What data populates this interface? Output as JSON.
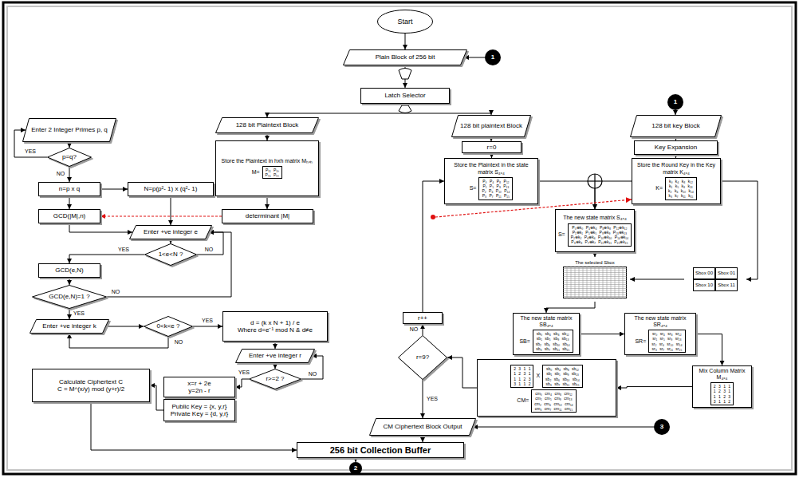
{
  "diagram": {
    "nodes": [
      {
        "text": [
          "Start"
        ]
      },
      {
        "text": [
          "Plain Block of 256 bit"
        ]
      },
      {
        "text": [
          "1"
        ]
      },
      {
        "text": [
          "Latch Selector"
        ]
      },
      {
        "text": [
          "128 bit Plaintext Block"
        ]
      },
      {
        "text": [
          "128 bit plaintext Block"
        ]
      },
      {
        "text": [
          "1"
        ]
      },
      {
        "text": [
          "128 bit key Block"
        ]
      },
      {
        "text": [
          "Enter 2 Integer Primes p, q"
        ]
      },
      {
        "text": [
          "Store the Plaintext in hxh matrix Mₕₓₕ",
          "M=",
          "P₁₁ P₁ₕ",
          "Pₕ₁ Pₕₕ"
        ]
      },
      {
        "text": [
          "r=0"
        ]
      },
      {
        "text": [
          "Key Expansion"
        ]
      },
      {
        "text": [
          "p=q?"
        ]
      },
      {
        "text": [
          "n=p x q"
        ]
      },
      {
        "text": [
          "N=p(p²- 1) x (q²- 1)"
        ]
      },
      {
        "text": [
          "Store the Plaintext in the state matrix S₄ₓ₄",
          "S=",
          "P₀ P₄ P₈ P₁₂",
          "P₁ P₅ P₉ P₁₃",
          "P₂ P₆ P₁₀ P₁₄",
          "P₃ P₇ P₁₁ P₁₅"
        ]
      },
      {
        "text": [
          "Store the Round Key in the Key matrix K₄ₓ₄",
          "K=",
          "k₀ k₄ k₈ k₁₂",
          "k₁ k₅ k₉ k₁₃",
          "k₂ k₆ k₁₀ k₁₄",
          "k₃ k₇ k₁₁ k₁₅"
        ]
      },
      {
        "text": [
          "determinant |M|"
        ]
      },
      {
        "text": [
          "GCD(|M|,n)"
        ]
      },
      {
        "text": [
          "Enter +ve integer e"
        ]
      },
      {
        "text": [
          "The new state matrix S₄ₓ₄",
          "S=",
          "P₀⊕k₀ P₄⊕k₄ P₈⊕k₈ P₁₂⊕k₁₂",
          "P₁⊕k₁ P₅⊕k₅ P₉⊕k₉ P₁₃⊕k₁₃",
          "P₂⊕k₂ P₆⊕k₆ P₁₀⊕k₁₀ P₁₄⊕k₁₄",
          "P₃⊕k₃ P₇⊕k₇ P₁₁⊕k₁₁ P₁₅⊕k₁₅"
        ]
      },
      {
        "text": [
          "1<e<N ?"
        ]
      },
      {
        "text": [
          "The selected Sbox"
        ]
      },
      {
        "text": [
          "Sbox 00",
          "Sbox 01",
          "Sbox 10",
          "Sbox 11"
        ]
      },
      {
        "text": [
          "GCD(e,N)"
        ]
      },
      {
        "text": [
          "GCD(e,N)=1 ?"
        ]
      },
      {
        "text": [
          "Enter +ve integer k"
        ]
      },
      {
        "text": [
          "0<k<e ?"
        ]
      },
      {
        "text": [
          "d = (k x N + 1) / e",
          "Where d=e⁻¹ mod N & d≠e"
        ]
      },
      {
        "text": [
          "r++"
        ]
      },
      {
        "text": [
          "The new state matrix SB₄ₓ₄",
          "SB=",
          "sb₀ sb₄ sb₈ sb₁₂",
          "sb₁ sb₅ sb₉ sb₁₃",
          "sb₂ sb₆ sb₁₀ sb₁₄",
          "sb₃ sb₇ sb₁₁ sb₁₅"
        ]
      },
      {
        "text": [
          "The new state matrix SR₄ₓ₄",
          "SR=",
          "sr₀ sr₄ sr₈ sr₁₂",
          "sr₁ sr₅ sr₉ sr₁₃",
          "sr₂ sr₆ sr₁₀ sr₁₄",
          "sr₃ sr₇ sr₁₁ sr₁₅"
        ]
      },
      {
        "text": [
          "Enter +ve integer r"
        ]
      },
      {
        "text": [
          "Calculate Ciphertext C",
          "C = M^(x/y) mod (y+r)/2"
        ]
      },
      {
        "text": [
          "r>=2 ?"
        ]
      },
      {
        "text": [
          "x=r + 2e",
          "y=2n - r"
        ]
      },
      {
        "text": [
          "Public Key = {x, y,r}",
          "Private Key = {d, y,r}"
        ]
      },
      {
        "text": [
          "r=9?"
        ]
      },
      {
        "text": [
          "2 3 1 1",
          "1 2 3 1",
          "1 1 2 3",
          "3 1 1 2",
          "X",
          "sb₀ sb₄ sb₈ sb₁₂",
          "sb₁ sb₅ sb₉ sb₁₃",
          "sb₂ sb₆ sb₁₀ sb₁₄",
          "sb₃ sb₇ sb₁₁ sb₁₅",
          "CM=",
          "cm₀ cm₄ cm₈ cm₁₂",
          "cm₁ cm₅ cm₉ cm₁₃",
          "cm₂ cm₆ cm₁₀ cm₁₄",
          "cm₃ cm₇ cm₁₁ cm₁₅"
        ]
      },
      {
        "text": [
          "Mix Column Matrix M₄ₓ₄",
          "2 3 1 1",
          "1 2 3 1",
          "1 1 2 3",
          "3 1 1 2"
        ]
      },
      {
        "text": [
          "3"
        ]
      },
      {
        "text": [
          "CM Ciphertext Block Output"
        ]
      },
      {
        "text": [
          "256 bit Collection Buffer"
        ]
      },
      {
        "text": [
          "2"
        ]
      }
    ],
    "edges": [
      {
        "from": 0,
        "to": 1,
        "arrow": "to"
      },
      {
        "from": 2,
        "to": 1,
        "arrow": "to"
      },
      {
        "from": 1,
        "to": 3,
        "arrow": "to"
      },
      {
        "from": 3,
        "to": 4,
        "arrow": "to"
      },
      {
        "from": 3,
        "to": 5,
        "arrow": "to"
      },
      {
        "from": 6,
        "to": 7,
        "arrow": "to"
      },
      {
        "from": 4,
        "to": 9,
        "arrow": "to"
      },
      {
        "from": 5,
        "to": 10,
        "arrow": "to"
      },
      {
        "from": 7,
        "to": 11,
        "arrow": "to"
      },
      {
        "from": 8,
        "to": 12,
        "arrow": "to"
      },
      {
        "from": 12,
        "to": 8,
        "label": "YES",
        "arrow": "to"
      },
      {
        "from": 12,
        "to": 13,
        "label": "NO",
        "arrow": "to"
      },
      {
        "from": 13,
        "to": 14,
        "arrow": "to"
      },
      {
        "from": 13,
        "to": 18,
        "arrow": "to"
      },
      {
        "from": 17,
        "to": 18,
        "arrow": "to"
      },
      {
        "from": 9,
        "to": 17,
        "arrow": "to"
      },
      {
        "from": 14,
        "to": 19,
        "arrow": "to"
      },
      {
        "from": 18,
        "to": 19,
        "arrow": "to"
      },
      {
        "from": 19,
        "to": 21,
        "arrow": "to"
      },
      {
        "from": 21,
        "to": 19,
        "label": "NO",
        "arrow": "to"
      },
      {
        "from": 21,
        "to": 24,
        "label": "YES",
        "arrow": "to"
      },
      {
        "from": 24,
        "to": 25,
        "arrow": "to"
      },
      {
        "from": 25,
        "to": 19,
        "label": "NO",
        "arrow": "to"
      },
      {
        "from": 25,
        "to": 26,
        "label": "YES",
        "arrow": "to"
      },
      {
        "from": 26,
        "to": 27,
        "arrow": "to"
      },
      {
        "from": 27,
        "to": 26,
        "label": "NO",
        "arrow": "to"
      },
      {
        "from": 27,
        "to": 28,
        "label": "YES",
        "arrow": "to"
      },
      {
        "from": 28,
        "to": 32,
        "arrow": "to"
      },
      {
        "from": 32,
        "to": 34,
        "arrow": "to"
      },
      {
        "from": 34,
        "to": 32,
        "label": "NO",
        "arrow": "to"
      },
      {
        "from": 34,
        "to": 35,
        "label": "YES",
        "arrow": "to"
      },
      {
        "from": 36,
        "to": 33,
        "arrow": "to"
      },
      {
        "from": 33,
        "to": 42,
        "arrow": "to"
      },
      {
        "from": 10,
        "to": 15,
        "arrow": "to"
      },
      {
        "from": 11,
        "to": 16,
        "arrow": "to"
      },
      {
        "from": 15,
        "to": 20,
        "arrow": "to"
      },
      {
        "from": 16,
        "to": 20,
        "arrow": "to"
      },
      {
        "from": 16,
        "to": 23,
        "arrow": "to"
      },
      {
        "from": 23,
        "to": 22,
        "arrow": "to"
      },
      {
        "from": 20,
        "to": 22,
        "arrow": "to"
      },
      {
        "from": 22,
        "to": 30,
        "arrow": "to"
      },
      {
        "from": 30,
        "to": 31,
        "arrow": "to"
      },
      {
        "from": 31,
        "to": 39,
        "arrow": "to"
      },
      {
        "from": 39,
        "to": 38,
        "arrow": "to"
      },
      {
        "from": 38,
        "to": 37,
        "arrow": "to"
      },
      {
        "from": 37,
        "to": 29,
        "label": "NO",
        "arrow": "to"
      },
      {
        "from": 29,
        "to": 15,
        "arrow": "to"
      },
      {
        "from": 37,
        "to": 41,
        "label": "YES",
        "arrow": "to"
      },
      {
        "from": 40,
        "to": 41,
        "arrow": "to"
      },
      {
        "from": 41,
        "to": 42,
        "arrow": "to"
      },
      {
        "from": 42,
        "to": 43,
        "arrow": "to"
      }
    ]
  }
}
